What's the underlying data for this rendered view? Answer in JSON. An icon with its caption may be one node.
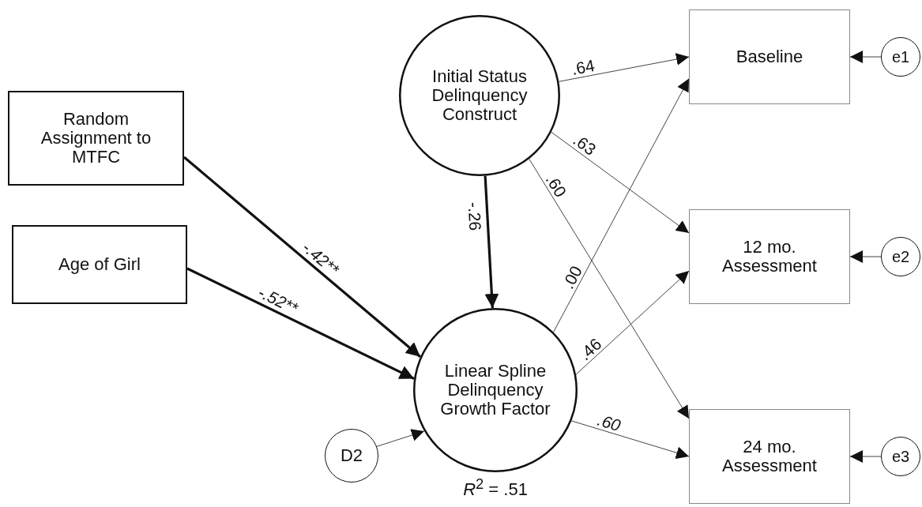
{
  "diagram": {
    "nodes": [
      {
        "text": [
          "Random Assignment to MTFC"
        ]
      },
      {
        "text": [
          "Age of Girl"
        ]
      },
      {
        "text": [
          "Initial Status Delinquency Construct"
        ]
      },
      {
        "text": [
          "Linear Spline Delinquency Growth Factor"
        ],
        "beside": [
          "*R*$^{2}$ = .51"
        ]
      },
      {
        "text": [
          "D2"
        ]
      },
      {
        "text": [
          "Baseline"
        ]
      },
      {
        "text": [
          "12 mo. Assessment"
        ]
      },
      {
        "text": [
          "24 mo. Assessment"
        ]
      },
      {
        "text": [
          "e1"
        ]
      },
      {
        "text": [
          "e2"
        ]
      },
      {
        "text": [
          "e3"
        ]
      }
    ],
    "edges": [
      {
        "from": 0,
        "to": 3,
        "arrow": "to",
        "label": "-.42**",
        "style": "thick"
      },
      {
        "from": 1,
        "to": 3,
        "arrow": "to",
        "label": "-.52**",
        "style": "thick"
      },
      {
        "from": 2,
        "to": 3,
        "arrow": "to",
        "label": "-.26",
        "style": "thick"
      },
      {
        "from": 2,
        "to": 5,
        "arrow": "to",
        "label": ".64"
      },
      {
        "from": 2,
        "to": 6,
        "arrow": "to",
        "label": ".63"
      },
      {
        "from": 2,
        "to": 7,
        "arrow": "to",
        "label": ".60"
      },
      {
        "from": 3,
        "to": 5,
        "arrow": "to",
        "label": ".00"
      },
      {
        "from": 3,
        "to": 6,
        "arrow": "to",
        "label": ".46"
      },
      {
        "from": 3,
        "to": 7,
        "arrow": "to",
        "label": ".60"
      },
      {
        "from": 4,
        "to": 3,
        "arrow": "to"
      },
      {
        "from": 8,
        "to": 5,
        "arrow": "to"
      },
      {
        "from": 9,
        "to": 6,
        "arrow": "to"
      },
      {
        "from": 10,
        "to": 7,
        "arrow": "to"
      }
    ]
  }
}
